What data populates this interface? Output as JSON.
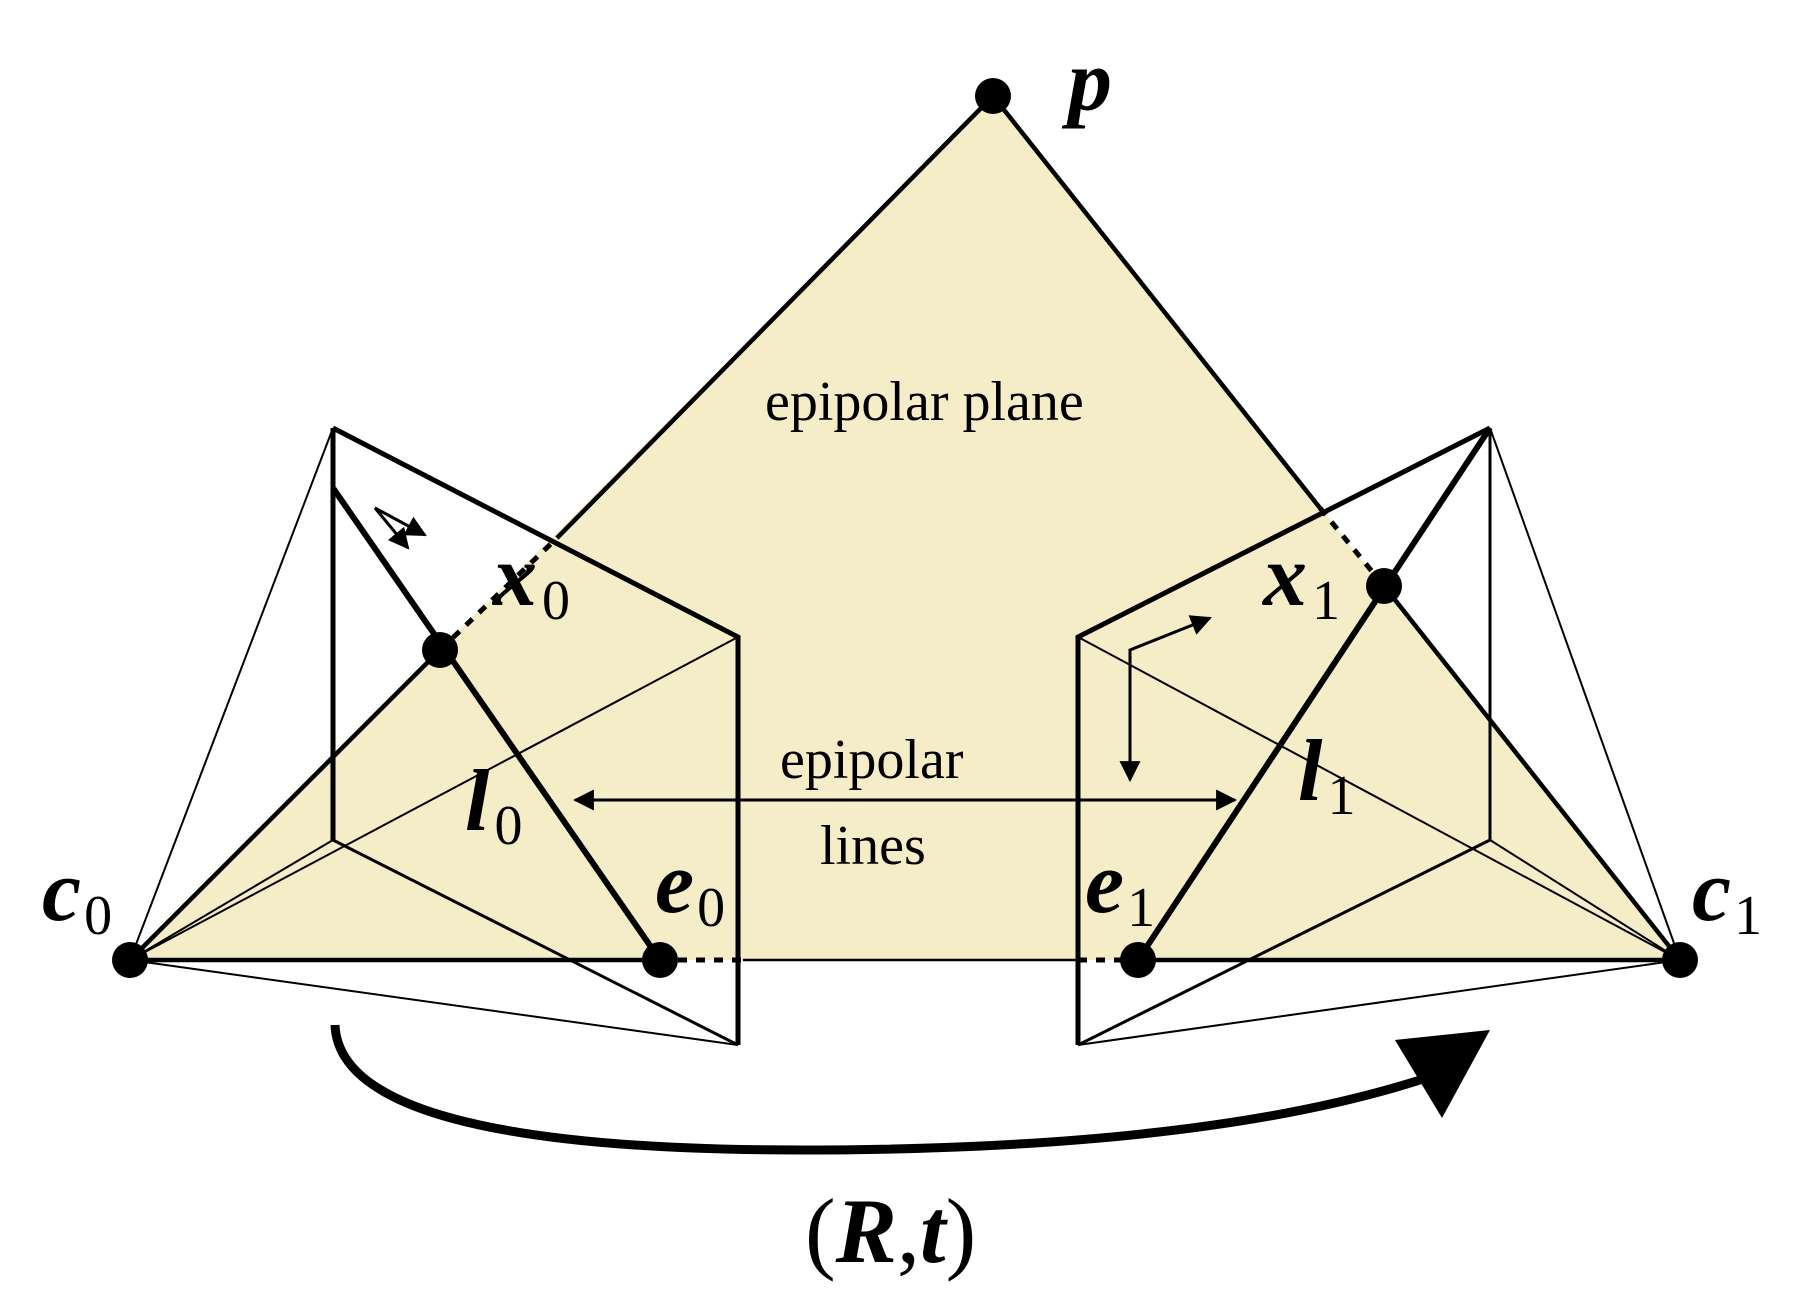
{
  "colors": {
    "plane_fill": "#f5ecc8",
    "ink": "#000000",
    "background": "#ffffff"
  },
  "labels": {
    "plane": "epipolar plane",
    "epipolar_lines": [
      "epipolar",
      "lines"
    ],
    "p": "p",
    "x0": {
      "base": "x",
      "sub": "0"
    },
    "x1": {
      "base": "x",
      "sub": "1"
    },
    "l0": {
      "base": "l",
      "sub": "0"
    },
    "l1": {
      "base": "l",
      "sub": "1"
    },
    "e0": {
      "base": "e",
      "sub": "0"
    },
    "e1": {
      "base": "e",
      "sub": "1"
    },
    "c0": {
      "base": "c",
      "sub": "0"
    },
    "c1": {
      "base": "c",
      "sub": "1"
    },
    "motion": {
      "open": "(",
      "R": "R",
      "comma": ",",
      "t": "t",
      "close": ")"
    }
  }
}
